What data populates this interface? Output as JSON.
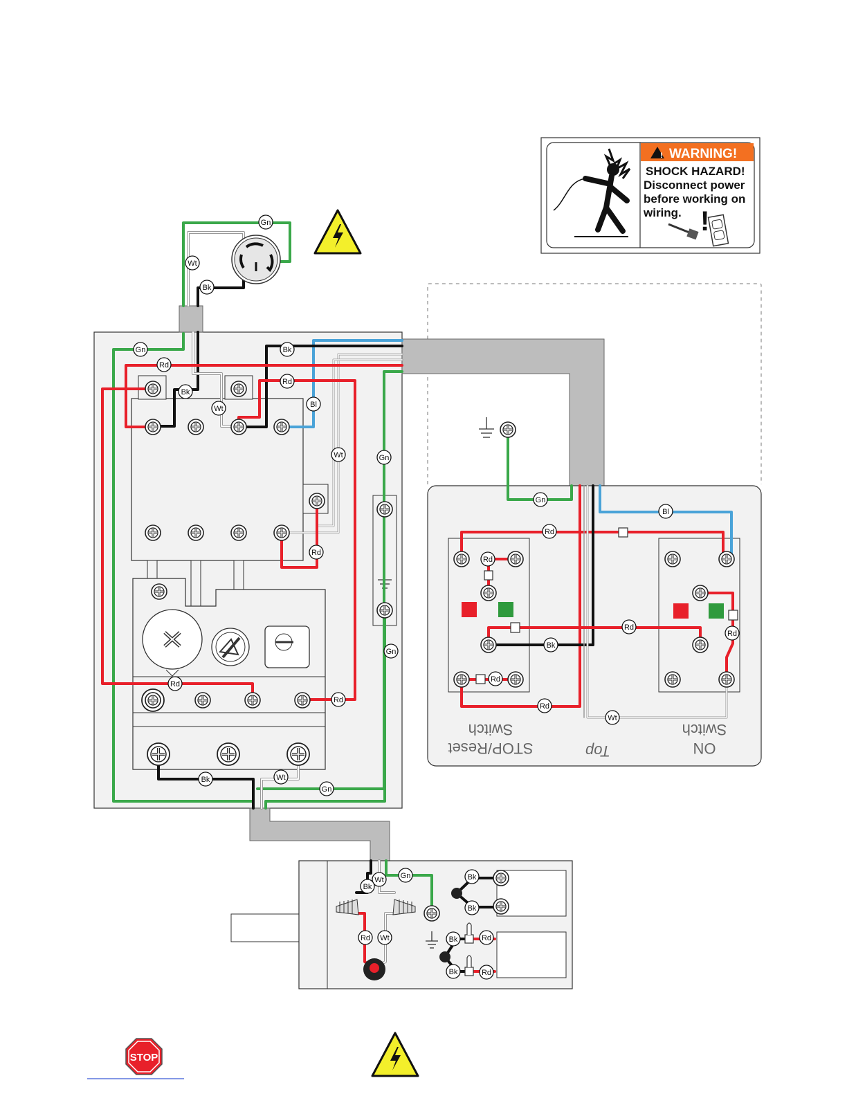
{
  "warning_label": {
    "header": "WARNING!",
    "lines": [
      "SHOCK HAZARD!",
      "Disconnect power",
      "before working on",
      "wiring."
    ],
    "colors": {
      "header_bg": "#f37021",
      "header_text": "#ffffff"
    }
  },
  "switch_panel": {
    "stop_label_line1": "STOP/Reset",
    "stop_label_line2": "Switch",
    "top_label": "Top",
    "on_label_line1": "ON",
    "on_label_line2": "Switch"
  },
  "footer": {
    "stop_sign_text": "STOP"
  },
  "wire_tags": {
    "gn": "Gn",
    "wt": "Wt",
    "bk": "Bk",
    "rd": "Rd",
    "bl": "Bl"
  },
  "wire_colors": {
    "green": "#3aa84a",
    "red": "#e8202a",
    "black": "#111111",
    "blue": "#4aa3d8",
    "white": "#ffffff",
    "conduit": "#bdbdbd"
  },
  "icons": [
    "shock-hazard-icon",
    "ground-symbol-icon",
    "stop-sign-icon",
    "power-plug-icon",
    "outlet-icon",
    "twist-lock-receptacle-icon",
    "wire-nut-icon"
  ]
}
